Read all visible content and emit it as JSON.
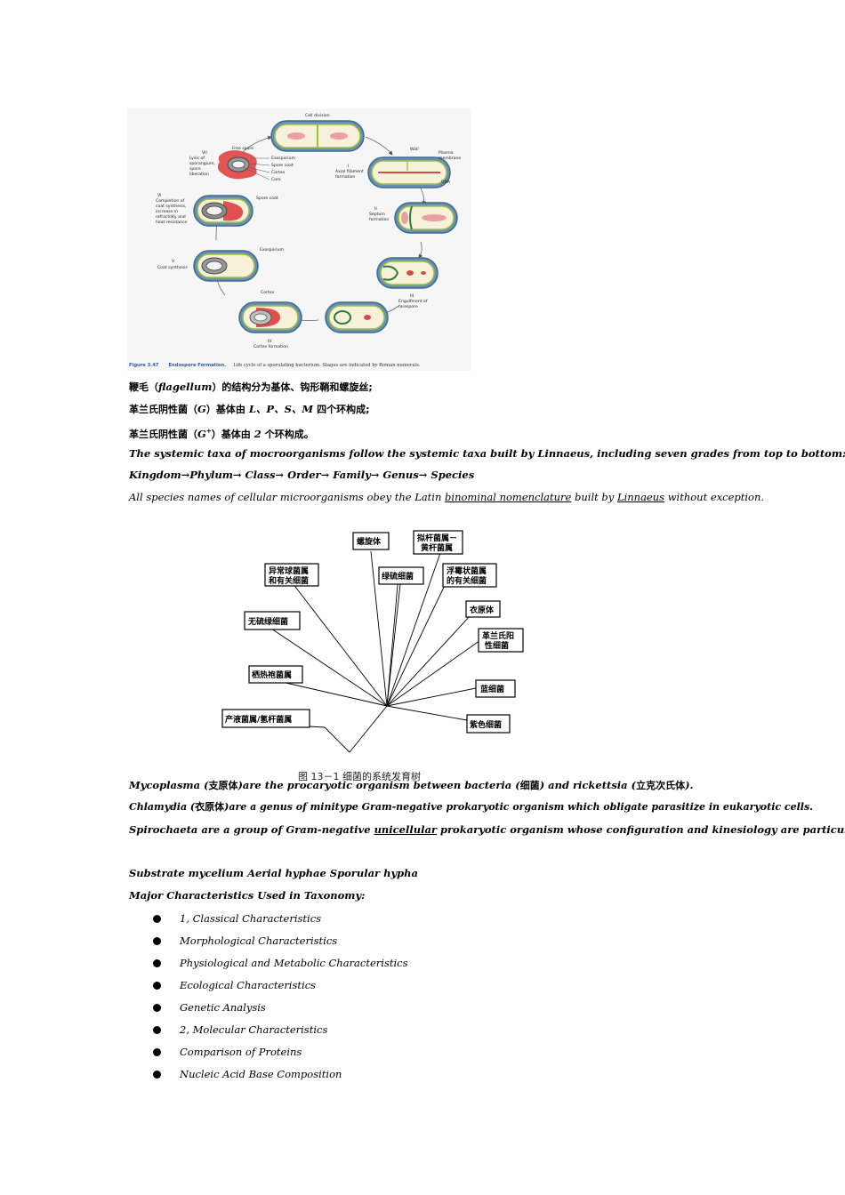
{
  "figure1": {
    "labels": {
      "cell_division": "Cell division",
      "wall": "Wall",
      "plasma_membrane_1": "Plasma",
      "plasma_membrane_2": "membrane",
      "dna": "DNA",
      "stage1_num": "I",
      "stage1_1": "Axial filament",
      "stage1_2": "formation",
      "stage2_num": "II",
      "stage2_1": "Septum",
      "stage2_2": "formation",
      "stage3_num": "III",
      "stage3_1": "Engulfment of",
      "stage3_2": "forespore",
      "stage4_num": "IV",
      "stage4_1": "Cortex formation",
      "cortex": "Cortex",
      "stage5_num": "V",
      "stage5_1": "Coat synthesis",
      "exosporium_5": "Exosporium",
      "stage6_num": "VI",
      "stage6_1": "Completion of",
      "stage6_2": "coat synthesis,",
      "stage6_3": "increase in",
      "stage6_4": "refractility and",
      "stage6_5": "heat resistance",
      "spore_coat_6": "Spore coat",
      "stage7_num": "VII",
      "stage7_1": "Lysis of",
      "stage7_2": "sporangium,",
      "stage7_3": "spore",
      "stage7_4": "liberation",
      "free_spore": "Free spore",
      "exosporium_7": "Exosporium",
      "spore_coat_7": "Spore coat",
      "cortex_7": "Cortex",
      "core_7": "Core"
    },
    "caption_num": "Figure 3.47",
    "caption_title": "Endospore Formation.",
    "caption_text": "Life cycle of a sporulating bacterium. Stages are indicated by Roman numerals."
  },
  "text": {
    "line1_a": "鞭毛（",
    "line1_b": "flagellum",
    "line1_c": "）的结构分为基体、钩形鞘和螺旋丝;",
    "line2_a": "革兰氏阴性菌（",
    "line2_b": "G",
    "line2_c": "）基体由",
    "line2_d": "L、P、S、M",
    "line2_e": "四个环构成;",
    "line3_a": "革兰氏阴性菌（",
    "line3_b": "G",
    "line3_sup": "+",
    "line3_c": "）基体由",
    "line3_d": "2",
    "line3_e": "个环构成。",
    "line4": "The systemic taxa of mocroorganisms follow the systemic taxa built by Linnaeus,  including seven grades from top to bottom:",
    "line5": "Kingdom→Phylum→ Class→ Order→ Family→ Genus→ Species",
    "line6_a": "All species names of cellular microorganisms obey the Latin ",
    "line6_b": "binominal nomenclature",
    "line6_c": " built by ",
    "line6_d": "Linnaeus",
    "line6_e": " without exception.",
    "line7_a": "Mycoplasma (",
    "line7_b": "支原体",
    "line7_c": ")are the procaryotic organism between bacteria (",
    "line7_d": "细菌",
    "line7_e": ") and rickettsia (",
    "line7_f": "立克次氏体",
    "line7_g": ").",
    "line8_a": "Chlamydia (",
    "line8_b": "衣原体",
    "line8_c": ")are a genus of minitype Gram-negative prokaryotic organism which obligate parasitize in eukaryotic cells.",
    "line9_a": "Spirochaeta are a group of Gram-negative ",
    "line9_b": "unicellular",
    "line9_c": " prokaryotic organism whose configuration and kinesiology are particular.",
    "line10": "Substrate mycelium Aerial hyphae Sporular hypha",
    "line11": "Major Characteristics Used in Taxonomy:"
  },
  "figure2": {
    "nodes": {
      "n_spiro": "螺旋体",
      "n_bacter1": "拟杆菌属－",
      "n_bacter2": "黄杆菌属",
      "n_deino1": "异常球菌属",
      "n_deino2": "和有关细菌",
      "n_greens": "绿硫细菌",
      "n_plancto1": "浮霉状菌属",
      "n_plancto2": "的有关细菌",
      "n_chlamy": "衣原体",
      "n_greennon": "无硫绿细菌",
      "n_grampos1": "革兰氏阳",
      "n_grampos2": "性细菌",
      "n_thermo": "栖热袍菌属",
      "n_cyano": "蓝细菌",
      "n_aquifex": "产液菌属/氢杆菌属",
      "n_purple": "紫色细菌"
    },
    "caption": "图 13－1  细菌的系统发育树"
  },
  "bullets": [
    "1,   Classical Characteristics",
    "Morphological Characteristics",
    "Physiological and Metabolic Characteristics",
    "Ecological Characteristics",
    "Genetic Analysis",
    "2, Molecular Characteristics",
    "Comparison of Proteins",
    "Nucleic Acid Base Composition"
  ]
}
